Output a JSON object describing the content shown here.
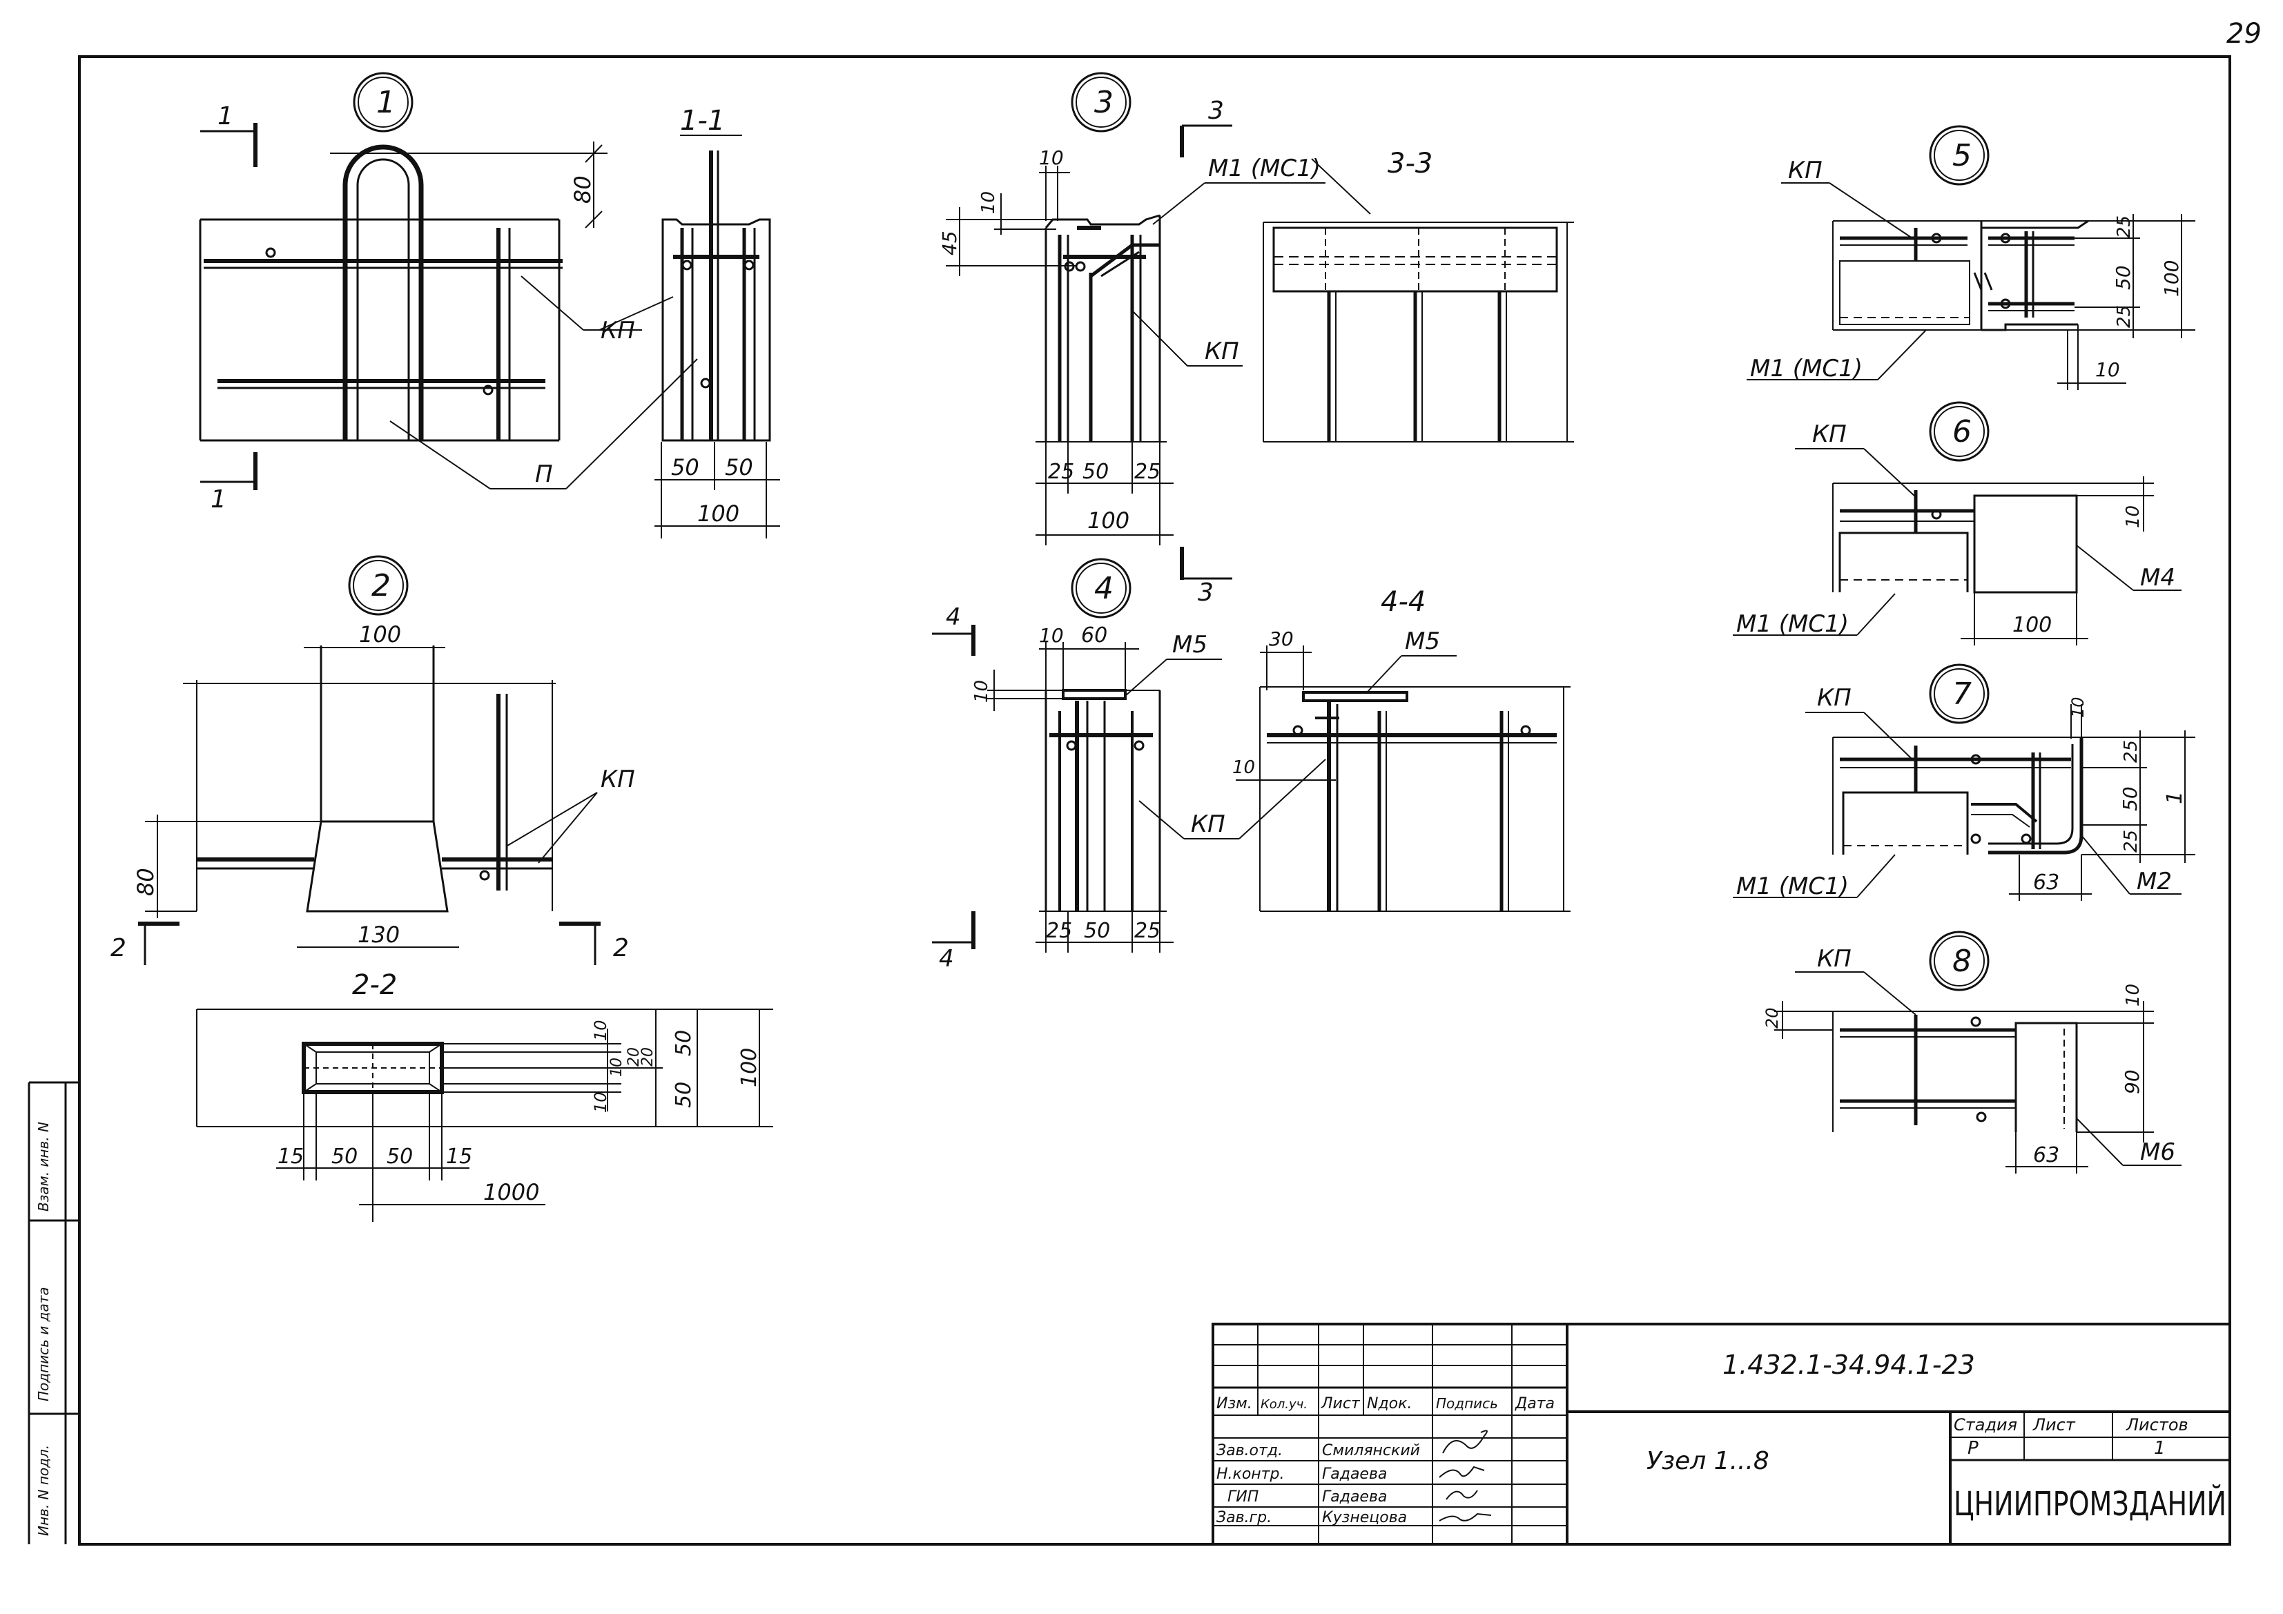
{
  "sheet": {
    "page_number": "29",
    "stamp_side": [
      "Взам. инв. N",
      "Подпись и дата",
      "Инв. N подл."
    ]
  },
  "details": {
    "node1": {
      "number": "1",
      "section_label": "1-1",
      "cut_mark": "1",
      "labels": {
        "kp": "КП",
        "p": "П"
      },
      "dims": {
        "top": "80",
        "d50a": "50",
        "d50b": "50",
        "total": "100"
      }
    },
    "node2": {
      "number": "2",
      "section_label": "2-2",
      "cut_mark": "2",
      "labels": {
        "kp": "КП"
      },
      "dims": {
        "top": "100",
        "bottom": "130",
        "height": "80",
        "s15a": "15",
        "s50a": "50",
        "s50b": "50",
        "s15b": "15",
        "len": "1000",
        "v10a": "10",
        "v10b": "10",
        "v10c": "10",
        "v20a": "20",
        "v20b": "20",
        "v50a": "50",
        "v50b": "50",
        "v100": "100"
      }
    },
    "node3": {
      "number": "3",
      "section_label": "3-3",
      "cut_mark": "3",
      "labels": {
        "m1": "М1 (МС1)",
        "kp": "КП"
      },
      "dims": {
        "d10a": "10",
        "d10b": "10",
        "d45": "45",
        "b25a": "25",
        "b50": "50",
        "b25b": "25",
        "total": "100"
      }
    },
    "node4": {
      "number": "4",
      "section_label": "4-4",
      "cut_mark": "4",
      "labels": {
        "m5": "М5",
        "m5b": "М5",
        "kp": "КП"
      },
      "dims": {
        "d10a": "10",
        "d60": "60",
        "d10b": "10",
        "d30": "30",
        "d10c": "10",
        "b25a": "25",
        "b50": "50",
        "b25b": "25"
      }
    },
    "node5": {
      "number": "5",
      "labels": {
        "kp": "КП",
        "m1": "М1 (МС1)"
      },
      "dims": {
        "v25a": "25",
        "v50": "50",
        "v25b": "25",
        "v100": "100",
        "h10": "10"
      }
    },
    "node6": {
      "number": "6",
      "labels": {
        "kp": "КП",
        "m1": "М1 (МС1)",
        "m4": "М4"
      },
      "dims": {
        "v10": "10",
        "h100": "100"
      }
    },
    "node7": {
      "number": "7",
      "labels": {
        "kp": "КП",
        "m1": "М1 (МС1)",
        "m2": "М2"
      },
      "dims": {
        "h10": "10",
        "v25a": "25",
        "v50": "50",
        "v25b": "25",
        "v1": "1",
        "h63": "63"
      }
    },
    "node8": {
      "number": "8",
      "labels": {
        "kp": "КП",
        "m6": "М6"
      },
      "dims": {
        "v20": "20",
        "v10": "10",
        "v90": "90",
        "h63": "63"
      }
    }
  },
  "title_block": {
    "doc_code": "1.432.1-34.94.1-23",
    "title": "Узел 1...8",
    "org": "ЦНИИПРОМЗДАНИЙ",
    "headers": [
      "Изм.",
      "Кол.уч.",
      "Лист",
      "Nдок.",
      "Подпись",
      "Дата"
    ],
    "roles": [
      {
        "role": "Зав.отд.",
        "name": "Смилянский"
      },
      {
        "role": "Н.контр.",
        "name": "Гадаева"
      },
      {
        "role": "ГИП",
        "name": "Гадаева"
      },
      {
        "role": "Зав.гр.",
        "name": "Кузнецова"
      }
    ],
    "stage_header": "Стадия",
    "sheet_header": "Лист",
    "sheets_header": "Листов",
    "stage_value": "Р",
    "sheets_value": "1"
  }
}
